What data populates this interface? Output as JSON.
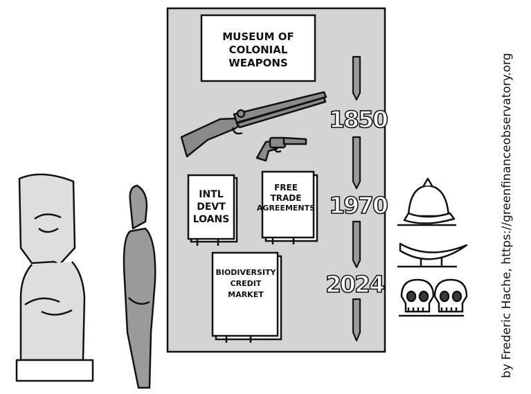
{
  "exhibit": {
    "title_lines": [
      "MUSEUM OF",
      "COLONIAL",
      "WEAPONS"
    ]
  },
  "documents": {
    "loans": [
      "INTL",
      "DEVT",
      "LOANS"
    ],
    "trade": [
      "FREE",
      "TRADE",
      "AGREEMENTS"
    ],
    "biodiversity": [
      "BIODIVERSITY",
      "CREDIT",
      "MARKET"
    ]
  },
  "timeline": {
    "years": [
      "1850",
      "1970",
      "2024"
    ]
  },
  "credit": {
    "text": "by Frederic Hache, https://greenfinanceobservatory.org"
  },
  "colors": {
    "panel": "#d4d4d4",
    "figure": "#9a9a9a",
    "statue": "#dedede",
    "ink": "#111111"
  }
}
